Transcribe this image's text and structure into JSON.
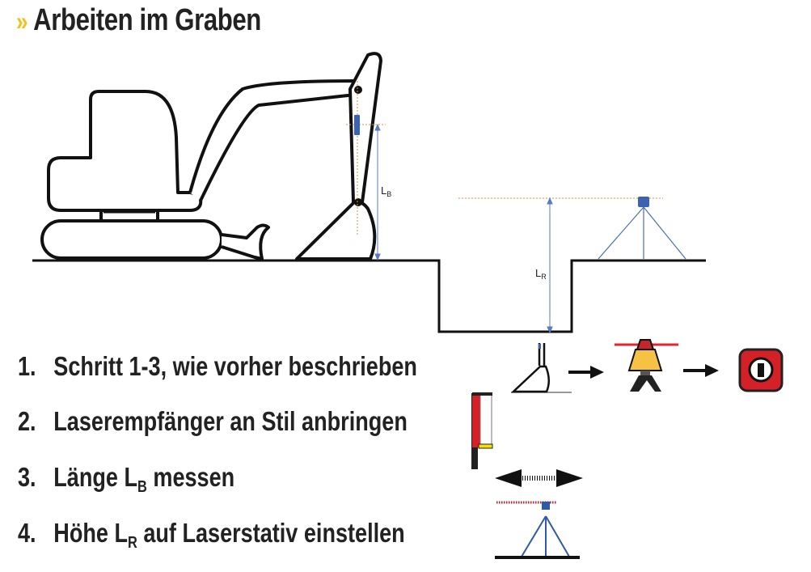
{
  "title": {
    "marker": "»",
    "text": "Arbeiten im Graben"
  },
  "labels": {
    "lb_main": "L",
    "lb_sub": "B",
    "lr_main": "L",
    "lr_sub": "R"
  },
  "steps": [
    {
      "number": "1.",
      "text": "Schritt 1-3, wie vorher beschrieben"
    },
    {
      "number": "2.",
      "text": "Laserempfänger an Stil anbringen"
    },
    {
      "number": "3.",
      "text_before": "Länge L",
      "sub": "B",
      "text_after": " messen"
    },
    {
      "number": "4.",
      "text_before": "Höhe L",
      "sub": "R",
      "text_after": " auf Laserstativ einstellen"
    }
  ],
  "colors": {
    "accent": "#f3c11c",
    "red": "#d42027",
    "blue": "#3b63b0",
    "orange_dotted": "#e08a4a",
    "yellow": "#f6c244"
  }
}
